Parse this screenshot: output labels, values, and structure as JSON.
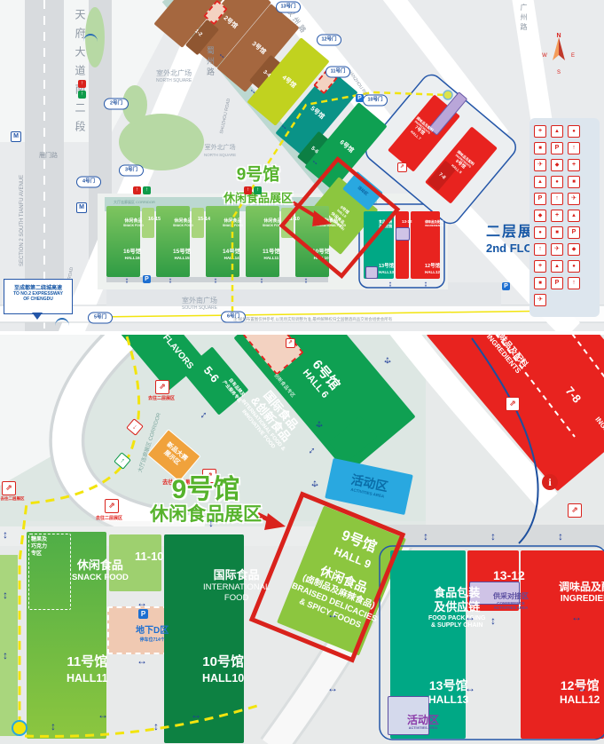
{
  "colors": {
    "highlight_green": "#56b32c",
    "hall_red": "#e8231f",
    "hall9_green": "#8cc63f",
    "outline_red": "#d9221c",
    "route_blue": "#1d4f9e",
    "activity_blue": "#29a8e0"
  },
  "overview": {
    "note": "注:规划布置图仅供参考,以现场实际调整为准,最终解释权归全国糖酒商品交易会组委会所有",
    "expressway": {
      "l1": "至成都第二绕城高速",
      "l2": "TO NO.2 EXPRESSWAY",
      "l3": "OF CHENGDU"
    },
    "roads": {
      "tianfu_cn": "天府大道南二段",
      "tianfu_en": "SECTION 2 SOUTH TIANFU AVENUE",
      "shuzhou_cn": "蜀州路",
      "shuzhou_en": "SHUZHOU ROAD",
      "yanmen": "雁门路",
      "hanzhou_cn": "汉州路",
      "hanzhou_en": "HANZHOU ROAD",
      "guangzhou_cn": "广州路"
    },
    "squares": {
      "north_cn": "室外北广场",
      "north_en": "NORTH SQUARE",
      "south_cn": "室外南广场",
      "south_en": "SOUTH SQUARE"
    },
    "gates": {
      "g2": "2号门",
      "g3": "3号门",
      "g4": "4号门",
      "g5": "5号门",
      "g6": "6号门",
      "g10": "10号门",
      "g11": "11号门",
      "g12": "12号门",
      "g13": "13号门"
    },
    "compass": {
      "n": "N",
      "e": "E",
      "s": "S",
      "w": "W"
    },
    "floor2": {
      "cn": "二层展区",
      "en": "2nd FLOOR"
    },
    "highlight": {
      "cn": "9号馆",
      "sub": "休闲食品展区"
    },
    "diag": {
      "c12": "1-2",
      "h2": "2号馆",
      "h3": "3号馆",
      "c34": "3-4",
      "h4": "4号馆",
      "h5": "5号馆",
      "c56": "5-6",
      "h6": "6号馆"
    },
    "block78": {
      "c78": "7-8",
      "h7": "7号馆",
      "h7en": "HALL 7",
      "h8": "8号馆",
      "h8en": "HALL 8",
      "ing": "调味品及配料",
      "ing_en": "INGREDIENTS"
    },
    "row": [
      {
        "cat": "休闲食品",
        "cat_en": "SNACK FOOD",
        "name": "16号馆",
        "en": "HALL16"
      },
      {
        "cat": "休闲食品",
        "cat_en": "SNACK FOOD",
        "name": "15号馆",
        "en": "HALL15"
      },
      {
        "cat": "休闲食品",
        "cat_en": "SNACK FOOD",
        "name": "14号馆",
        "en": "HALL14"
      },
      {
        "cat": "休闲食品",
        "cat_en": "SNACK FOOD",
        "name": "11号馆",
        "en": "HALL11"
      },
      {
        "cat": "国际食品",
        "cat_en": "INTERNATIONAL FOOD",
        "name": "10号馆",
        "en": "HALL10"
      }
    ],
    "conns": {
      "c1615": "16-15",
      "c1514": "15-14",
      "c1110": "11-10"
    },
    "hall9": {
      "name": "9号馆",
      "en": "HALL9",
      "cat": "休闲食品",
      "sub": "(卤制品及麻辣食品)"
    },
    "block1312": {
      "h13_cat1": "食品包装",
      "h13_cat2": "及供应链",
      "h13": "13号馆",
      "h13_en": "HALL13",
      "c": "13-12",
      "h12_cat": "调味品及配料",
      "h12_cat_en": "INGREDIENTS",
      "h12": "12号馆",
      "h12_en": "HALL12"
    },
    "activity_cn": "活动区",
    "corridor": {
      "cn": "大厅连廊展区",
      "en": "CORRIDOR"
    }
  },
  "detail": {
    "title": {
      "cn": "9号馆",
      "sub": "休闲食品展区"
    },
    "to2f": "去往二层展区",
    "hall9": {
      "name": "9号馆",
      "en": "HALL 9",
      "cat": "休闲食品",
      "sub": "(卤制品及麻辣食品)",
      "en2": "BRAISED DELICACIES",
      "en3": "& SPICY FOODS"
    },
    "hall6": {
      "name": "6号馆",
      "en": "HALL 6",
      "cat1": "国际食品",
      "cat2": "&创新食品",
      "en1": "INTERNATIONAL FOOD &",
      "en2": "INNOVATIVE FOOD",
      "zone": "创新食品专区"
    },
    "c56": {
      "label": "5-6",
      "zone1": "自有品牌及",
      "zone2": "产业服务专区"
    },
    "flavors": "FLAVORS",
    "red78": {
      "ing_cn": "调味品及配料",
      "ing_en": "INGREDIENTS",
      "c78": "7-8"
    },
    "hall11": {
      "cat": "休闲食品",
      "cat_en": "SNACK FOOD",
      "name": "11号馆",
      "en": "HALL11",
      "candy1": "糖果及",
      "candy2": "巧克力",
      "candy3": "专区"
    },
    "c1110": "11-10",
    "dzone": {
      "name": "地下D区",
      "sub": "停车位714个"
    },
    "hall10": {
      "cat": "国际食品",
      "cat_en1": "INTERNATIONAL",
      "cat_en2": "FOOD",
      "name": "10号馆",
      "en": "HALL10"
    },
    "hall13": {
      "cat1": "食品包装",
      "cat2": "及供应链",
      "en1": "FOOD PACKAGING",
      "en2": "& SUPPLY CHAIN",
      "name": "13号馆",
      "en": "HALL13"
    },
    "c1312": "13-12",
    "conf": {
      "cn": "供采对接区",
      "en1": "CONFERENCE",
      "en2": "ACTIVITIES AREA"
    },
    "hall12": {
      "cat": "调味品及配料",
      "cat_en": "INGREDIENTS",
      "name": "12号馆",
      "en": "HALL12"
    },
    "activity": {
      "cn": "活动区",
      "en": "ACTIVITIES AREA"
    },
    "corridor": {
      "cn": "大厅连廊展区",
      "en": "CORRIDOR"
    },
    "newprod": {
      "l1": "新品大赛",
      "l2": "展示区"
    },
    "info": "i"
  }
}
